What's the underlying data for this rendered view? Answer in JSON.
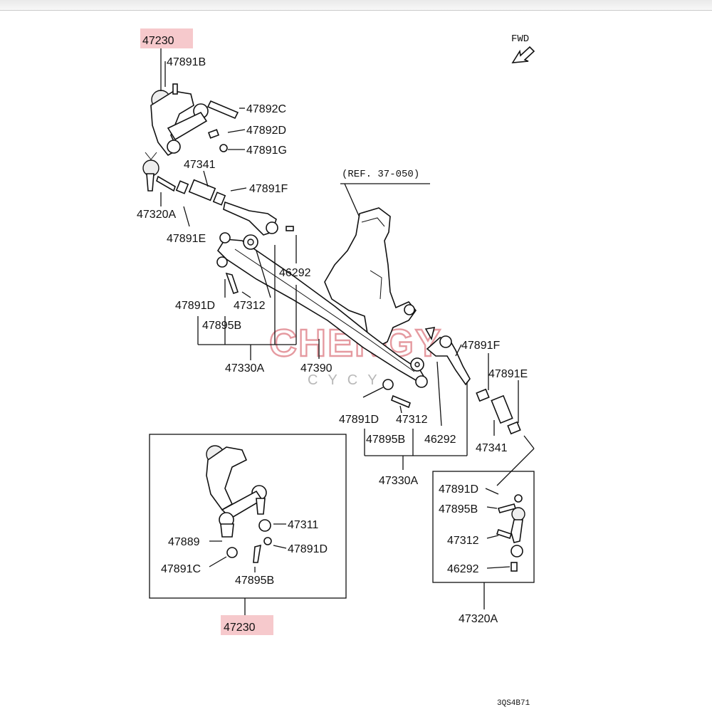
{
  "fwd_label": "FWD",
  "ref_label": "(REF. 37-050)",
  "footer_code": "3QS4B71",
  "watermark": {
    "brand": "CHENGY",
    "sub": "CYCY"
  },
  "highlight_color": "#f6c9cc",
  "callouts": {
    "top_47230": "47230",
    "c_47891B": "47891B",
    "c_47892C": "47892C",
    "c_47892D": "47892D",
    "c_47891G": "47891G",
    "c_47341_top": "47341",
    "c_47891F_top": "47891F",
    "c_47320A_left": "47320A",
    "c_47891E_left": "47891E",
    "c_46292_left": "46292",
    "c_47891D_left": "47891D",
    "c_47312_left": "47312",
    "c_47895B_left": "47895B",
    "c_47330A_left": "47330A",
    "c_47390": "47390",
    "c_47891F_right": "47891F",
    "c_47891E_right": "47891E",
    "c_47891D_mid": "47891D",
    "c_47312_mid": "47312",
    "c_47895B_mid": "47895B",
    "c_46292_mid": "46292",
    "c_47341_right": "47341",
    "c_47330A_right": "47330A",
    "box_47891D": "47891D",
    "box_47895B": "47895B",
    "box_47312": "47312",
    "box_46292": "46292",
    "box_47320A": "47320A",
    "inset_47311": "47311",
    "inset_47889": "47889",
    "inset_47891D": "47891D",
    "inset_47891C": "47891C",
    "inset_47895B": "47895B",
    "bottom_47230": "47230"
  }
}
